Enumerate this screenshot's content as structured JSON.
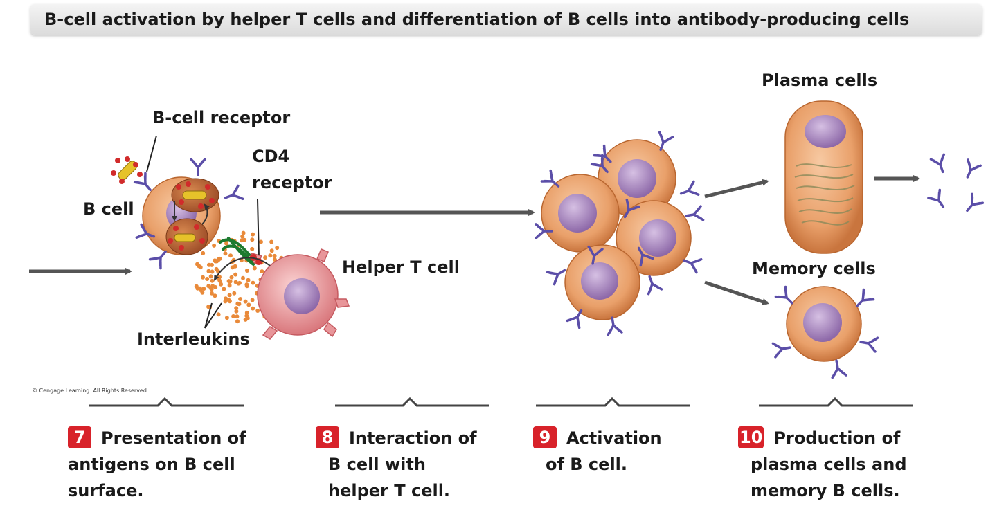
{
  "title": "B-cell activation by helper T cells and differentiation of B cells into antibody-producing cells",
  "labels": {
    "b_cell_receptor": "B-cell receptor",
    "cd4_line1": "CD4",
    "cd4_line2": "receptor",
    "b_cell": "B cell",
    "helper_t_cell": "Helper T cell",
    "interleukins": "Interleukins",
    "plasma_cells": "Plasma cells",
    "memory_cells": "Memory cells"
  },
  "copyright": "© Cengage Learning. All Rights Reserved.",
  "steps": [
    {
      "number": "7",
      "lines": [
        "Presentation of",
        "antigens on B cell",
        "surface."
      ]
    },
    {
      "number": "8",
      "lines": [
        "Interaction of",
        "B cell with",
        "helper T cell."
      ]
    },
    {
      "number": "9",
      "lines": [
        "Activation",
        "of B cell."
      ]
    },
    {
      "number": "10",
      "lines": [
        "Production of",
        "plasma cells and",
        "memory B cells."
      ]
    }
  ],
  "colors": {
    "b_cell": "#e9a06a",
    "nucleus": "#9a78b2",
    "t_cell": "#e8969a",
    "antibody": "#5b4ea8",
    "interleukin": "#e98a3a",
    "arrow": "#555555",
    "step_badge": "#d8222a"
  }
}
